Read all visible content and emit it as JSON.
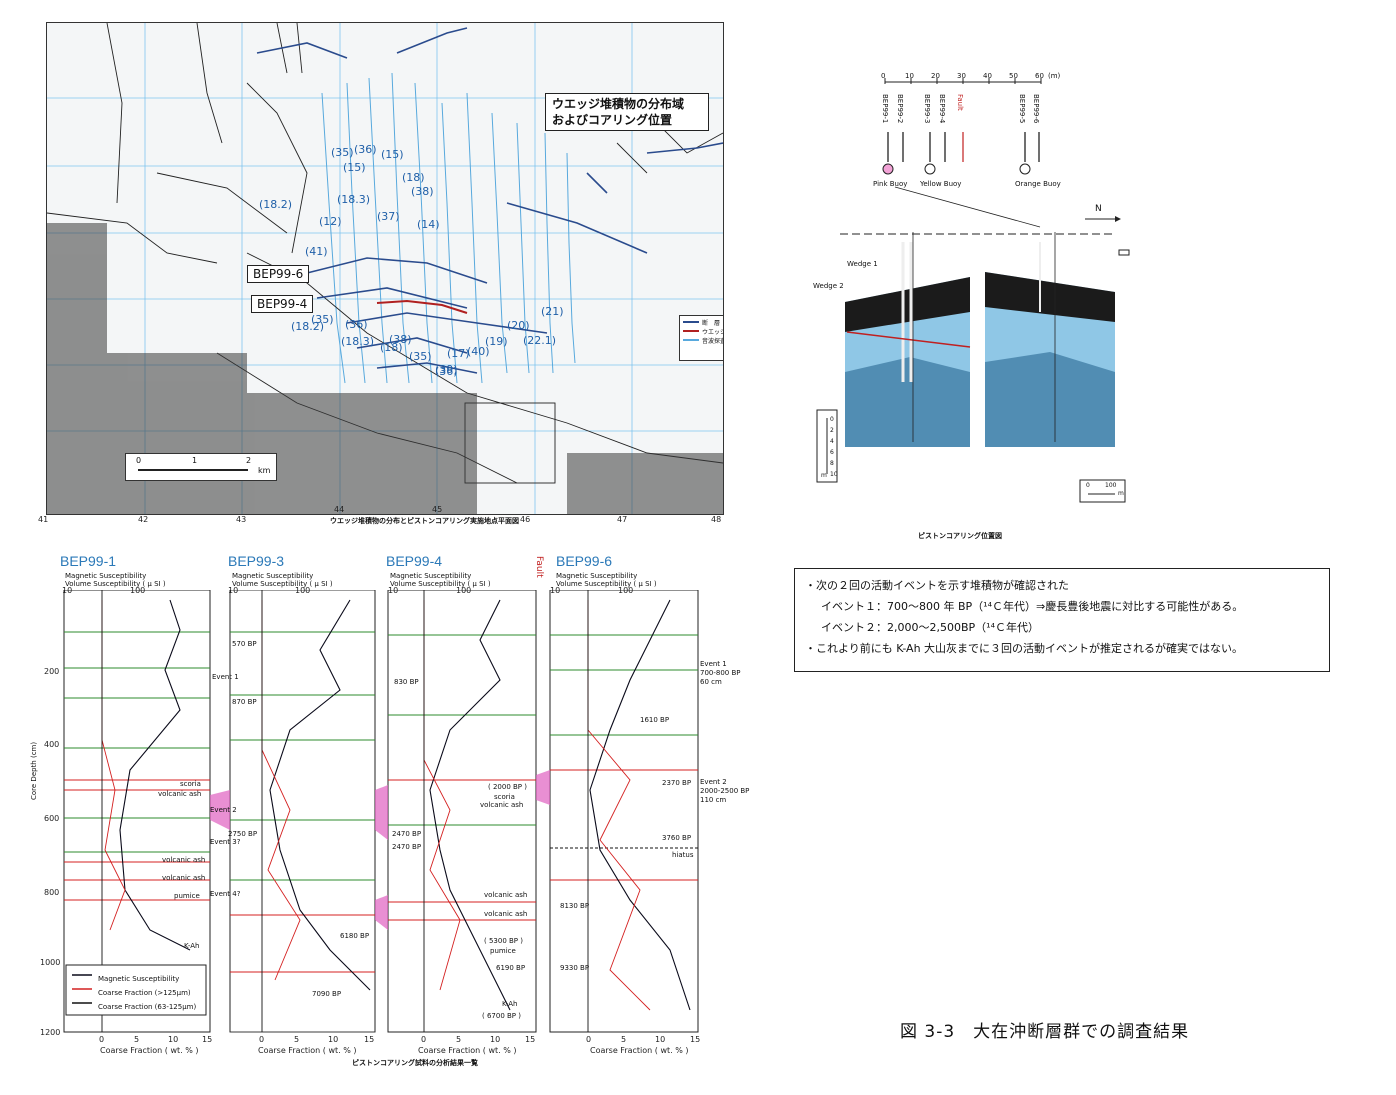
{
  "map": {
    "callout_line1": "ウエッジ堆積物の分布域",
    "callout_line2": "およびコアリング位置",
    "core_labels": [
      "BEP99-6",
      "BEP99-4"
    ],
    "legend": [
      "断　層",
      "ウエッジ堆積物",
      "音波探査航跡"
    ],
    "scale_ticks": [
      "0",
      "1",
      "2"
    ],
    "scale_unit": "km",
    "x_ticks": [
      "41",
      "42",
      "43",
      "44",
      "45",
      "46",
      "47",
      "48"
    ],
    "caption": "ウエッジ堆積物の分布とピストンコアリング実施地点平面図",
    "depth_labels": [
      "(35)",
      "(36)",
      "(15)",
      "(15)",
      "(18)",
      "(18.2)",
      "(18.3)",
      "(38)",
      "(37)",
      "(12)",
      "(14)",
      "(41)",
      "(18.2)",
      "(35)",
      "(36)",
      "(18.3)",
      "(38)",
      "(18)",
      "(35)",
      "(36)",
      "(39)",
      "(17)",
      "(40)",
      "(19)",
      "(20)",
      "(21)",
      "(22.1)"
    ],
    "colors": {
      "track": "#58a9dd",
      "fault": "#2a4b8d",
      "wedge": "#b02020"
    }
  },
  "section": {
    "scale_unit": "(m)",
    "scale_ticks": [
      "0",
      "10",
      "20",
      "30",
      "40",
      "50",
      "60"
    ],
    "cores": [
      "BEP99-1",
      "BEP99-2",
      "BEP99-3",
      "BEP99-4",
      "BEP99-5",
      "BEP99-6"
    ],
    "fault_label": "Fault",
    "buoys": [
      "Pink Buoy",
      "Yellow Buoy",
      "Orange Buoy"
    ],
    "north_label": "N",
    "wedge1": "Wedge 1",
    "wedge2": "Wedge 2",
    "vertical_scale": [
      "0",
      "2",
      "4",
      "6",
      "8",
      "10"
    ],
    "vertical_unit": "m",
    "horizontal_scale": [
      "0",
      "100"
    ],
    "horizontal_unit": "m",
    "caption": "ピストンコアリング位置図"
  },
  "logs": {
    "panels": [
      "BEP99-1",
      "BEP99-3",
      "BEP99-4",
      "BEP99-6"
    ],
    "subtitle1": "Magnetic Susceptibility",
    "subtitle2": "Volume Susceptibility ( μ SI )",
    "top_axis": [
      "10",
      "100"
    ],
    "bottom_axis": [
      "0",
      "5",
      "10",
      "15"
    ],
    "bottom_label": "Coarse Fraction",
    "bottom_unit": "( wt. % )",
    "y_label": "Core Depth (cm)",
    "y_ticks": [
      "200",
      "400",
      "600",
      "800",
      "1000",
      "1200"
    ],
    "fault_label": "Fault",
    "caption": "ピストンコアリング試料の分析結果一覧",
    "legend": [
      "Magnetic Susceptibility",
      "Coarse Fraction (>125μm)",
      "Coarse Fraction (63-125μm)"
    ],
    "annotations_p1": [
      "scoria",
      "volcanic ash",
      "volcanic ash",
      "volcanic ash",
      "pumice",
      "K-Ah"
    ],
    "annotations_p2": [
      "570 BP",
      "870 BP",
      "2750 BP",
      "6180 BP",
      "7090 BP"
    ],
    "annotations_p3": [
      "830 BP",
      "( 2000 BP )",
      "scoria",
      "volcanic ash",
      "2470 BP",
      "2470 BP",
      "volcanic ash",
      "volcanic ash",
      "( 5300 BP )",
      "pumice",
      "6190 BP",
      "K-Ah",
      "( 6700 BP )"
    ],
    "annotations_p4": [
      "Event 1",
      "700-800 BP",
      "60 cm",
      "1610 BP",
      "Event 2",
      "2000-2500 BP",
      "110 cm",
      "2370 BP",
      "3760 BP",
      "hiatus",
      "8130 BP",
      "9330 BP"
    ],
    "events_between": [
      "Event 1",
      "Event 2",
      "Event 3?",
      "Event 4?"
    ],
    "colors": {
      "mag": "#0a0a1a",
      "coarse": "#d42020",
      "fine": "#111111",
      "green": "#2e8b2e",
      "pink": "#e060c0"
    }
  },
  "summary": {
    "line1": "・次の２回の活動イベントを示す堆積物が確認された",
    "line2": "イベント１：700～800 年 BP（¹⁴Ｃ年代）⇒慶長豊後地震に対比する可能性がある。",
    "line3": "イベント２：2,000～2,500BP（¹⁴Ｃ年代）",
    "line4": "・これより前にも K-Ah 大山灰までに３回の活動イベントが推定されるが確実ではない。"
  },
  "figure_caption": "図 3-3　大在沖断層群での調査結果"
}
